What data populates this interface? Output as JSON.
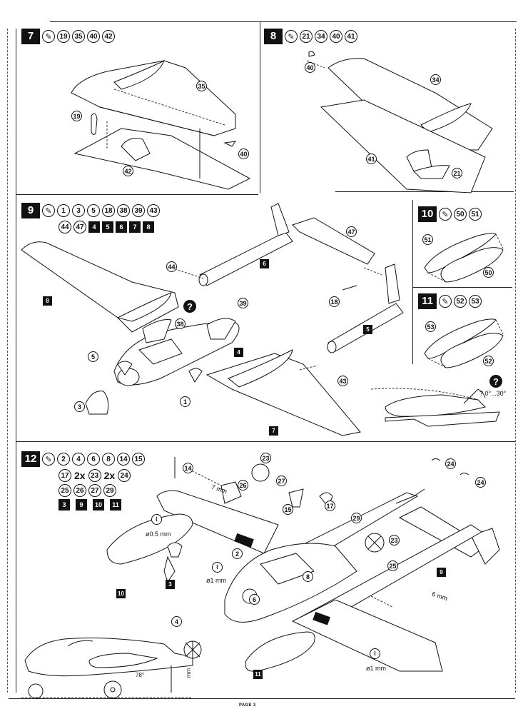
{
  "document": {
    "type": "model kit assembly instructions",
    "footer": "PAGE 3"
  },
  "icons": {
    "glue": "glue-tube-icon",
    "question": "question-mark-icon",
    "drill": "drill-bit-icon"
  },
  "steps": [
    {
      "number": "7",
      "parts": [
        "19",
        "35",
        "40",
        "42"
      ],
      "subassemblies": [],
      "callouts": [
        "35",
        "19",
        "40",
        "42"
      ]
    },
    {
      "number": "8",
      "parts": [
        "21",
        "34",
        "40",
        "41"
      ],
      "subassemblies": [],
      "callouts": [
        "40",
        "34",
        "41",
        "21"
      ]
    },
    {
      "number": "9",
      "parts": [
        "1",
        "3",
        "5",
        "18",
        "38",
        "39",
        "43",
        "44",
        "47"
      ],
      "subassemblies": [
        "4",
        "5",
        "6",
        "7",
        "8"
      ],
      "callouts": [
        "44",
        "39",
        "38",
        "5",
        "1",
        "3",
        "47",
        "18",
        "43"
      ],
      "subassembly_tags": [
        "8",
        "6",
        "4",
        "5",
        "7"
      ],
      "question_icon": "?"
    },
    {
      "number": "10",
      "parts": [
        "50",
        "51"
      ],
      "subassemblies": [],
      "callouts": [
        "51",
        "50"
      ]
    },
    {
      "number": "11",
      "parts": [
        "52",
        "53"
      ],
      "subassemblies": [],
      "callouts": [
        "53",
        "52"
      ],
      "detail": {
        "question_icon": "?",
        "angle_label": "? 0°...30°"
      }
    },
    {
      "number": "12",
      "parts_rows": [
        [
          {
            "qty": "",
            "part": "2"
          },
          {
            "qty": "",
            "part": "4"
          },
          {
            "qty": "",
            "part": "6"
          },
          {
            "qty": "",
            "part": "8"
          },
          {
            "qty": "",
            "part": "14"
          },
          {
            "qty": "",
            "part": "15"
          }
        ],
        [
          {
            "qty": "",
            "part": "17"
          },
          {
            "qty": "2x",
            "part": "23"
          },
          {
            "qty": "2x",
            "part": "24"
          }
        ],
        [
          {
            "qty": "",
            "part": "25"
          },
          {
            "qty": "",
            "part": "26"
          },
          {
            "qty": "",
            "part": "27"
          },
          {
            "qty": "",
            "part": "29"
          }
        ]
      ],
      "subassemblies": [
        "3",
        "9",
        "10",
        "11"
      ],
      "callouts": [
        "14",
        "26",
        "23",
        "27",
        "15",
        "17",
        "29",
        "23",
        "24",
        "24",
        "25",
        "2",
        "8",
        "6",
        "4"
      ],
      "subassembly_tags": [
        "10",
        "3",
        "9",
        "11"
      ],
      "dimensions": {
        "pitot_offset": "7 mm",
        "drill_wing_left": "ø0.5 mm",
        "drill_fuselage": "ø1 mm",
        "drill_wing_right": "ø1 mm",
        "pylon_offset": "6 mm"
      },
      "side_view": {
        "angle_label": "78°",
        "height_label": "mm"
      }
    }
  ]
}
